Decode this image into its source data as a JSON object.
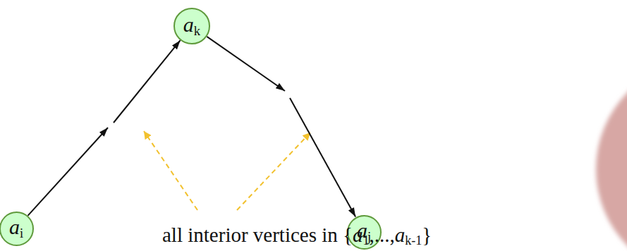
{
  "diagram": {
    "nodes": [
      {
        "text": [
          "ai"
        ]
      },
      {
        "text": [
          "ak"
        ]
      },
      {
        "text": [
          "aj"
        ]
      }
    ],
    "edges": [
      {
        "from": 0,
        "to": 1,
        "arrow": "to"
      },
      {
        "from": 1,
        "to": 2,
        "arrow": "to"
      }
    ],
    "labels": [
      "all interior vertices in {a1,...,ak-1}"
    ]
  }
}
